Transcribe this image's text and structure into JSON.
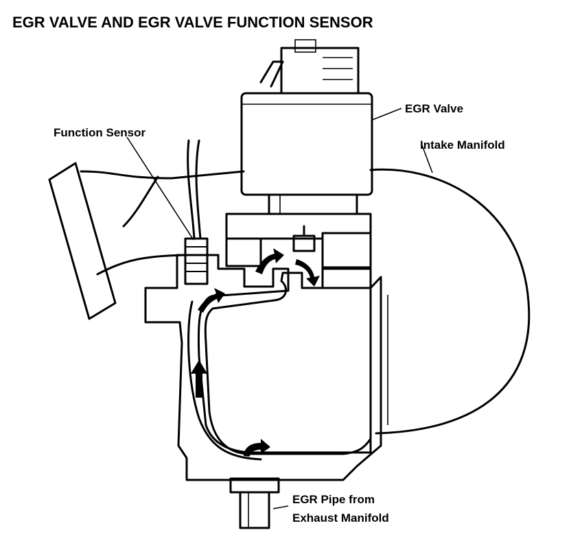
{
  "title": "EGR VALVE AND EGR VALVE FUNCTION SENSOR",
  "labels": {
    "egr_valve": "EGR Valve",
    "function_sensor": "Function Sensor",
    "intake_manifold": "Intake Manifold",
    "egr_pipe_line1": "EGR Pipe from",
    "egr_pipe_line2": "Exhaust Manifold"
  },
  "colors": {
    "ink": "#000000",
    "paper": "#ffffff"
  }
}
